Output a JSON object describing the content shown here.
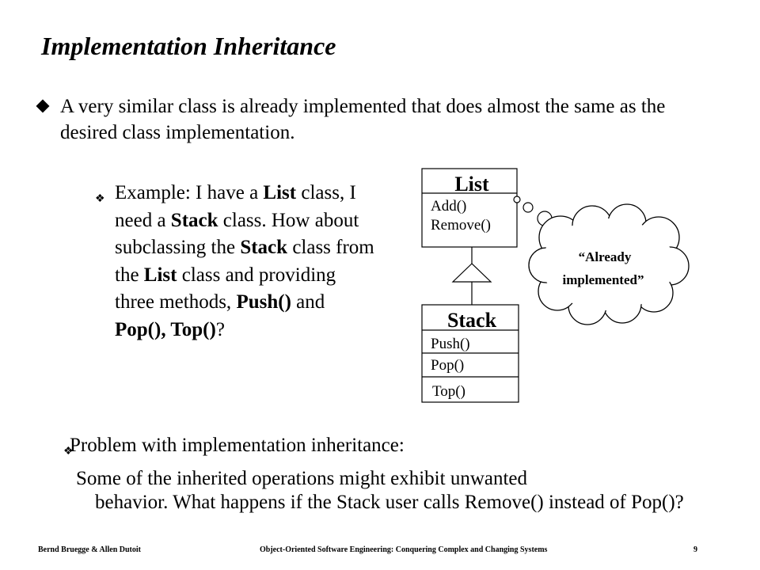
{
  "title": "Implementation Inheritance",
  "bullet_main": "A very similar class is already implemented that does almost the same as the desired class implementation.",
  "example": {
    "marker_icon": "four-diamond-icon",
    "parts": {
      "p1": "Example: I have a ",
      "p2": "List",
      "p3": " class, I need a ",
      "p4": "Stack",
      "p5": " class. How about subclassing the ",
      "p6": "Stack",
      "p7": " class from the ",
      "p8": "List",
      "p9": " class and providing three methods, ",
      "p10": "Push()",
      "p11": " and ",
      "p12": "Pop(), Top()",
      "p13": "?"
    }
  },
  "problem": {
    "heading": "Problem with implementation inheritance:",
    "body_line1": "Some of the inherited operations might exhibit unwanted",
    "body_rest": "behavior. What happens if the Stack user calls Remove() instead of Pop()?"
  },
  "diagram": {
    "list_class": {
      "name": "List",
      "ops": [
        "Add()",
        "Remove()"
      ]
    },
    "stack_class": {
      "name": "Stack",
      "ops": [
        "Push()",
        "Pop()",
        "Top()"
      ]
    },
    "cloud_line1": "“Already",
    "cloud_line2": "implemented”"
  },
  "footer": {
    "authors": "Bernd Bruegge & Allen Dutoit",
    "book": "Object-Oriented Software Engineering: Conquering Complex and Changing Systems",
    "page": "9"
  }
}
